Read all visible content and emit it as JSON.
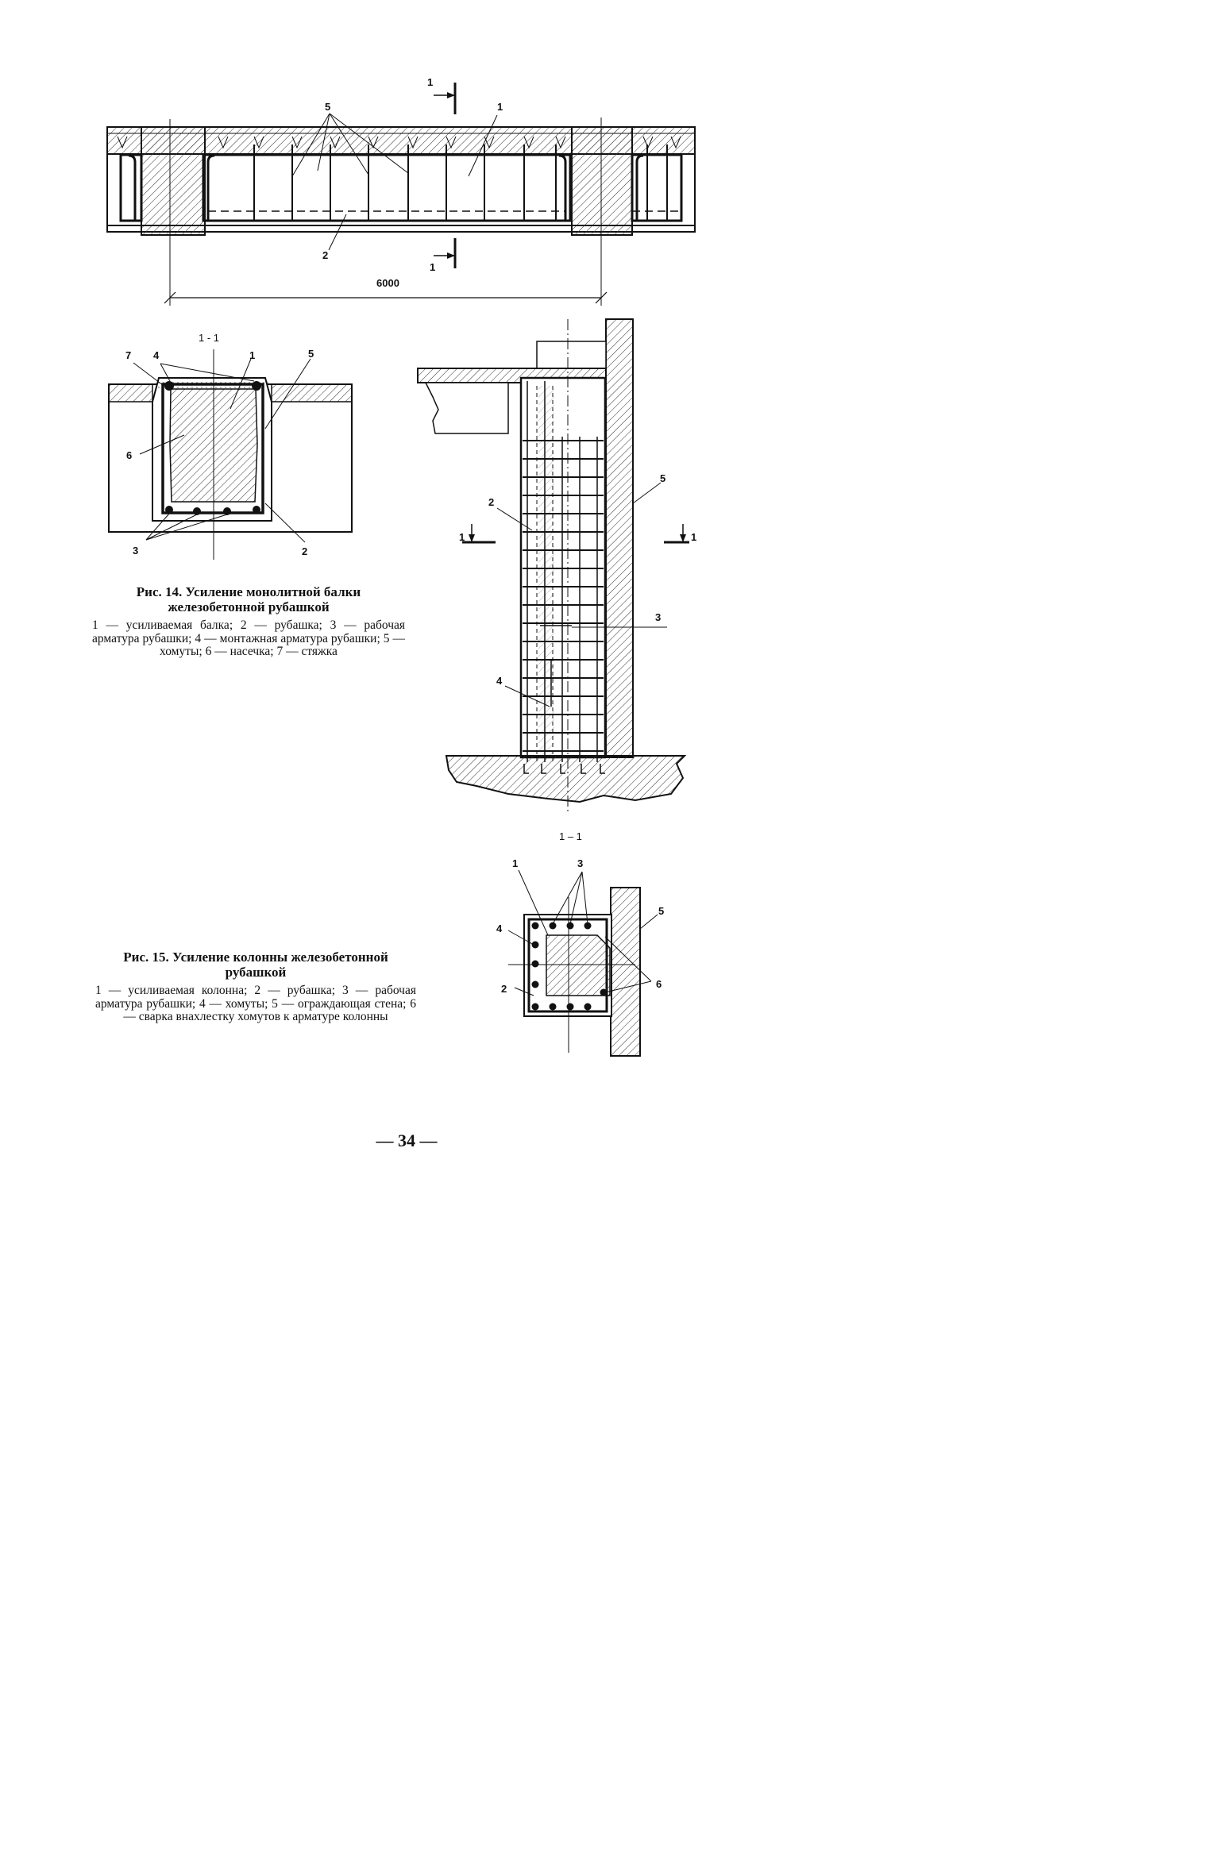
{
  "figure14": {
    "title": "Рис. 14. Усиление монолитной балки железобетонной рубашкой",
    "legend": "1 — усиливаемая балка; 2 — рубашка; 3 — рабочая арматура рубашки; 4 — монтажная арматура рубашки; 5 — хомуты; 6 — насечка; 7 — стяжка",
    "dimension": "6000",
    "section_label": "1 - 1",
    "elevation_labels": [
      "1",
      "5",
      "1",
      "2",
      "1"
    ],
    "section_labels": [
      "7",
      "4",
      "1",
      "5",
      "6",
      "3",
      "2"
    ]
  },
  "figure15": {
    "title": "Рис. 15. Усиление колонны железобетонной рубашкой",
    "legend": "1 — усиливаемая колонна; 2 — рубашка; 3 — рабочая арматура рубашки; 4 — хомуты; 5 — ограждающая стена; 6 — сварка внахлестку хомутов к арматуре колонны",
    "section_label": "1 – 1",
    "elevation_labels": [
      "2",
      "5",
      "1",
      "1",
      "3",
      "4"
    ],
    "section_labels": [
      "1",
      "3",
      "5",
      "4",
      "2",
      "6"
    ]
  },
  "page_number": "— 34 —"
}
